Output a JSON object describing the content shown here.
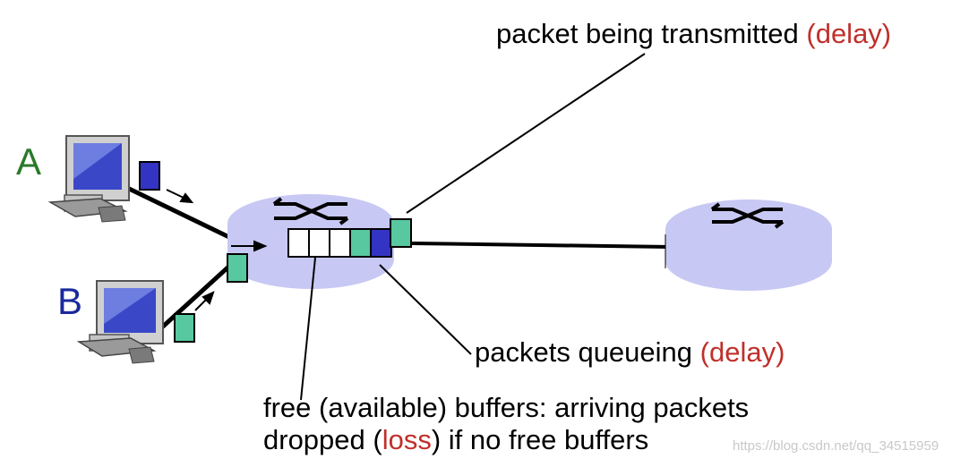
{
  "labels": {
    "transmitted_main": "packet being transmitted",
    "transmitted_paren": "(delay)",
    "queueing_main": "packets queueing",
    "queueing_paren": "(delay)",
    "buffers_line1": "free (available) buffers: arriving packets",
    "buffers_line2_pre": "dropped (",
    "buffers_line2_loss": "loss",
    "buffers_line2_post": ") if no free buffers"
  },
  "hosts": {
    "a": "A",
    "b": "B"
  },
  "watermark": "https://blog.csdn.net/qq_34515959",
  "colors": {
    "router_fill": "#c8c8f4",
    "packet_blue": "#3434c4",
    "packet_green": "#58c8a0",
    "host_a_letter": "#2a7a2a",
    "host_b_letter": "#1a2a9c",
    "emphasis_red": "#c0302a"
  },
  "icons": [
    "desktop-computer-icon",
    "router-icon",
    "router-switch-arrows-icon"
  ]
}
